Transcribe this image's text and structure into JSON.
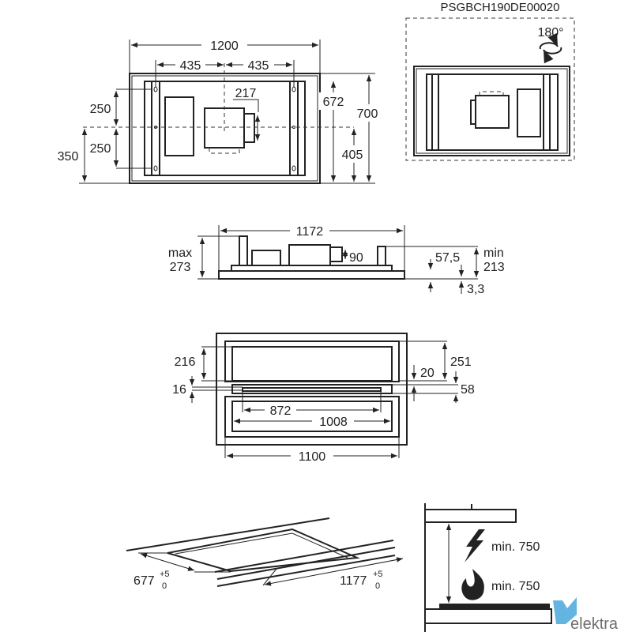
{
  "model_code": "PSGBCH190DE00020",
  "rotation_label": "180°",
  "top_view": {
    "width": "1200",
    "half_left": "435",
    "half_right": "435",
    "outlet": "217",
    "upper_offset": "250",
    "lower_offset": "250",
    "center_height": "350",
    "inner_depth": "672",
    "outer_depth": "700",
    "lower_depth": "405"
  },
  "side_view": {
    "width": "1172",
    "max_label": "max",
    "max_value": "273",
    "outlet_height": "90",
    "visible_height": "57,5",
    "min_label": "min",
    "min_value": "213",
    "frame_thickness": "3,3"
  },
  "plan_view": {
    "upper_depth": "216",
    "slot": "16",
    "gap": "20",
    "upper_total": "251",
    "slot_total": "58",
    "filter_width": "872",
    "inner_width": "1008",
    "outer_width": "1100"
  },
  "cutout": {
    "depth": "677",
    "width": "1177",
    "tol_plus": "+5",
    "tol_minus": "0"
  },
  "clearance": {
    "electric": "min. 750",
    "gas": "min. 750"
  },
  "watermark": "elektra",
  "colors": {
    "line": "#222222",
    "logo": "#4aa8dc"
  }
}
